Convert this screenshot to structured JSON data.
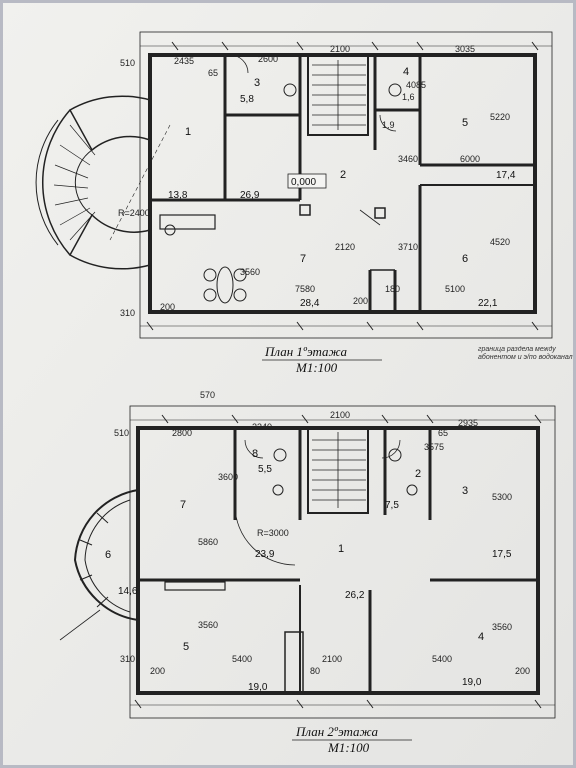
{
  "plan1": {
    "title": "План 1ºэтажа",
    "scale": "M1:100",
    "level": "0,000",
    "rooms": [
      "1",
      "2",
      "3",
      "4",
      "5",
      "6",
      "7"
    ],
    "areas": [
      "5,8",
      "13,8",
      "26,9",
      "17,4",
      "28,4",
      "22,1"
    ],
    "dims": [
      "2435",
      "2600",
      "2100",
      "3035",
      "65",
      "4085",
      "6000",
      "5220",
      "4520",
      "2120",
      "3560",
      "3460",
      "3710",
      "7580",
      "5100",
      "200",
      "180",
      "310",
      "510",
      "200",
      "R=2400",
      "1,6",
      "1,9"
    ]
  },
  "plan2": {
    "title": "План 2ºэтажа",
    "scale": "M1:100",
    "rooms": [
      "1",
      "2",
      "3",
      "4",
      "5",
      "6",
      "7",
      "8"
    ],
    "areas": [
      "5,5",
      "7,5",
      "23,9",
      "17,5",
      "26,2",
      "14,6",
      "19,0",
      "19,0"
    ],
    "dims": [
      "2800",
      "2100",
      "2935",
      "2340",
      "510",
      "570",
      "65",
      "3600",
      "5860",
      "3575",
      "5300",
      "3560",
      "3560",
      "5400",
      "2100",
      "5400",
      "R=3000",
      "200",
      "80",
      "310",
      "200"
    ]
  },
  "note": "граница раздела между абонентом и э/по водоканал"
}
